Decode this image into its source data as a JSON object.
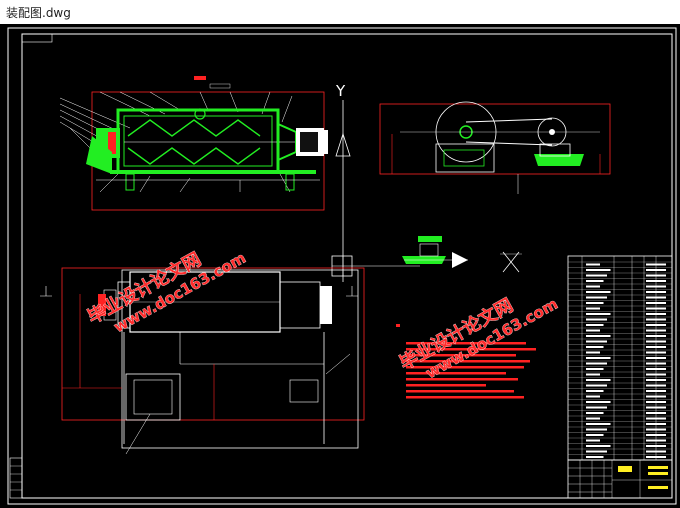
{
  "window": {
    "title": "装配图.dwg"
  },
  "watermarks": [
    {
      "line1": "毕业设计论文网",
      "line2": "www.doc163.com"
    },
    {
      "line1": "毕业设计论文网",
      "line2": "www.doc163.com"
    }
  ],
  "drawing_labels": {
    "axis_y": "Y",
    "axis_x": "X"
  },
  "colors": {
    "background": "#000000",
    "frame": "#ffffff",
    "section_green": "#22ee22",
    "dimension_red": "#ff2222",
    "watermark": "#ff2d2d"
  }
}
